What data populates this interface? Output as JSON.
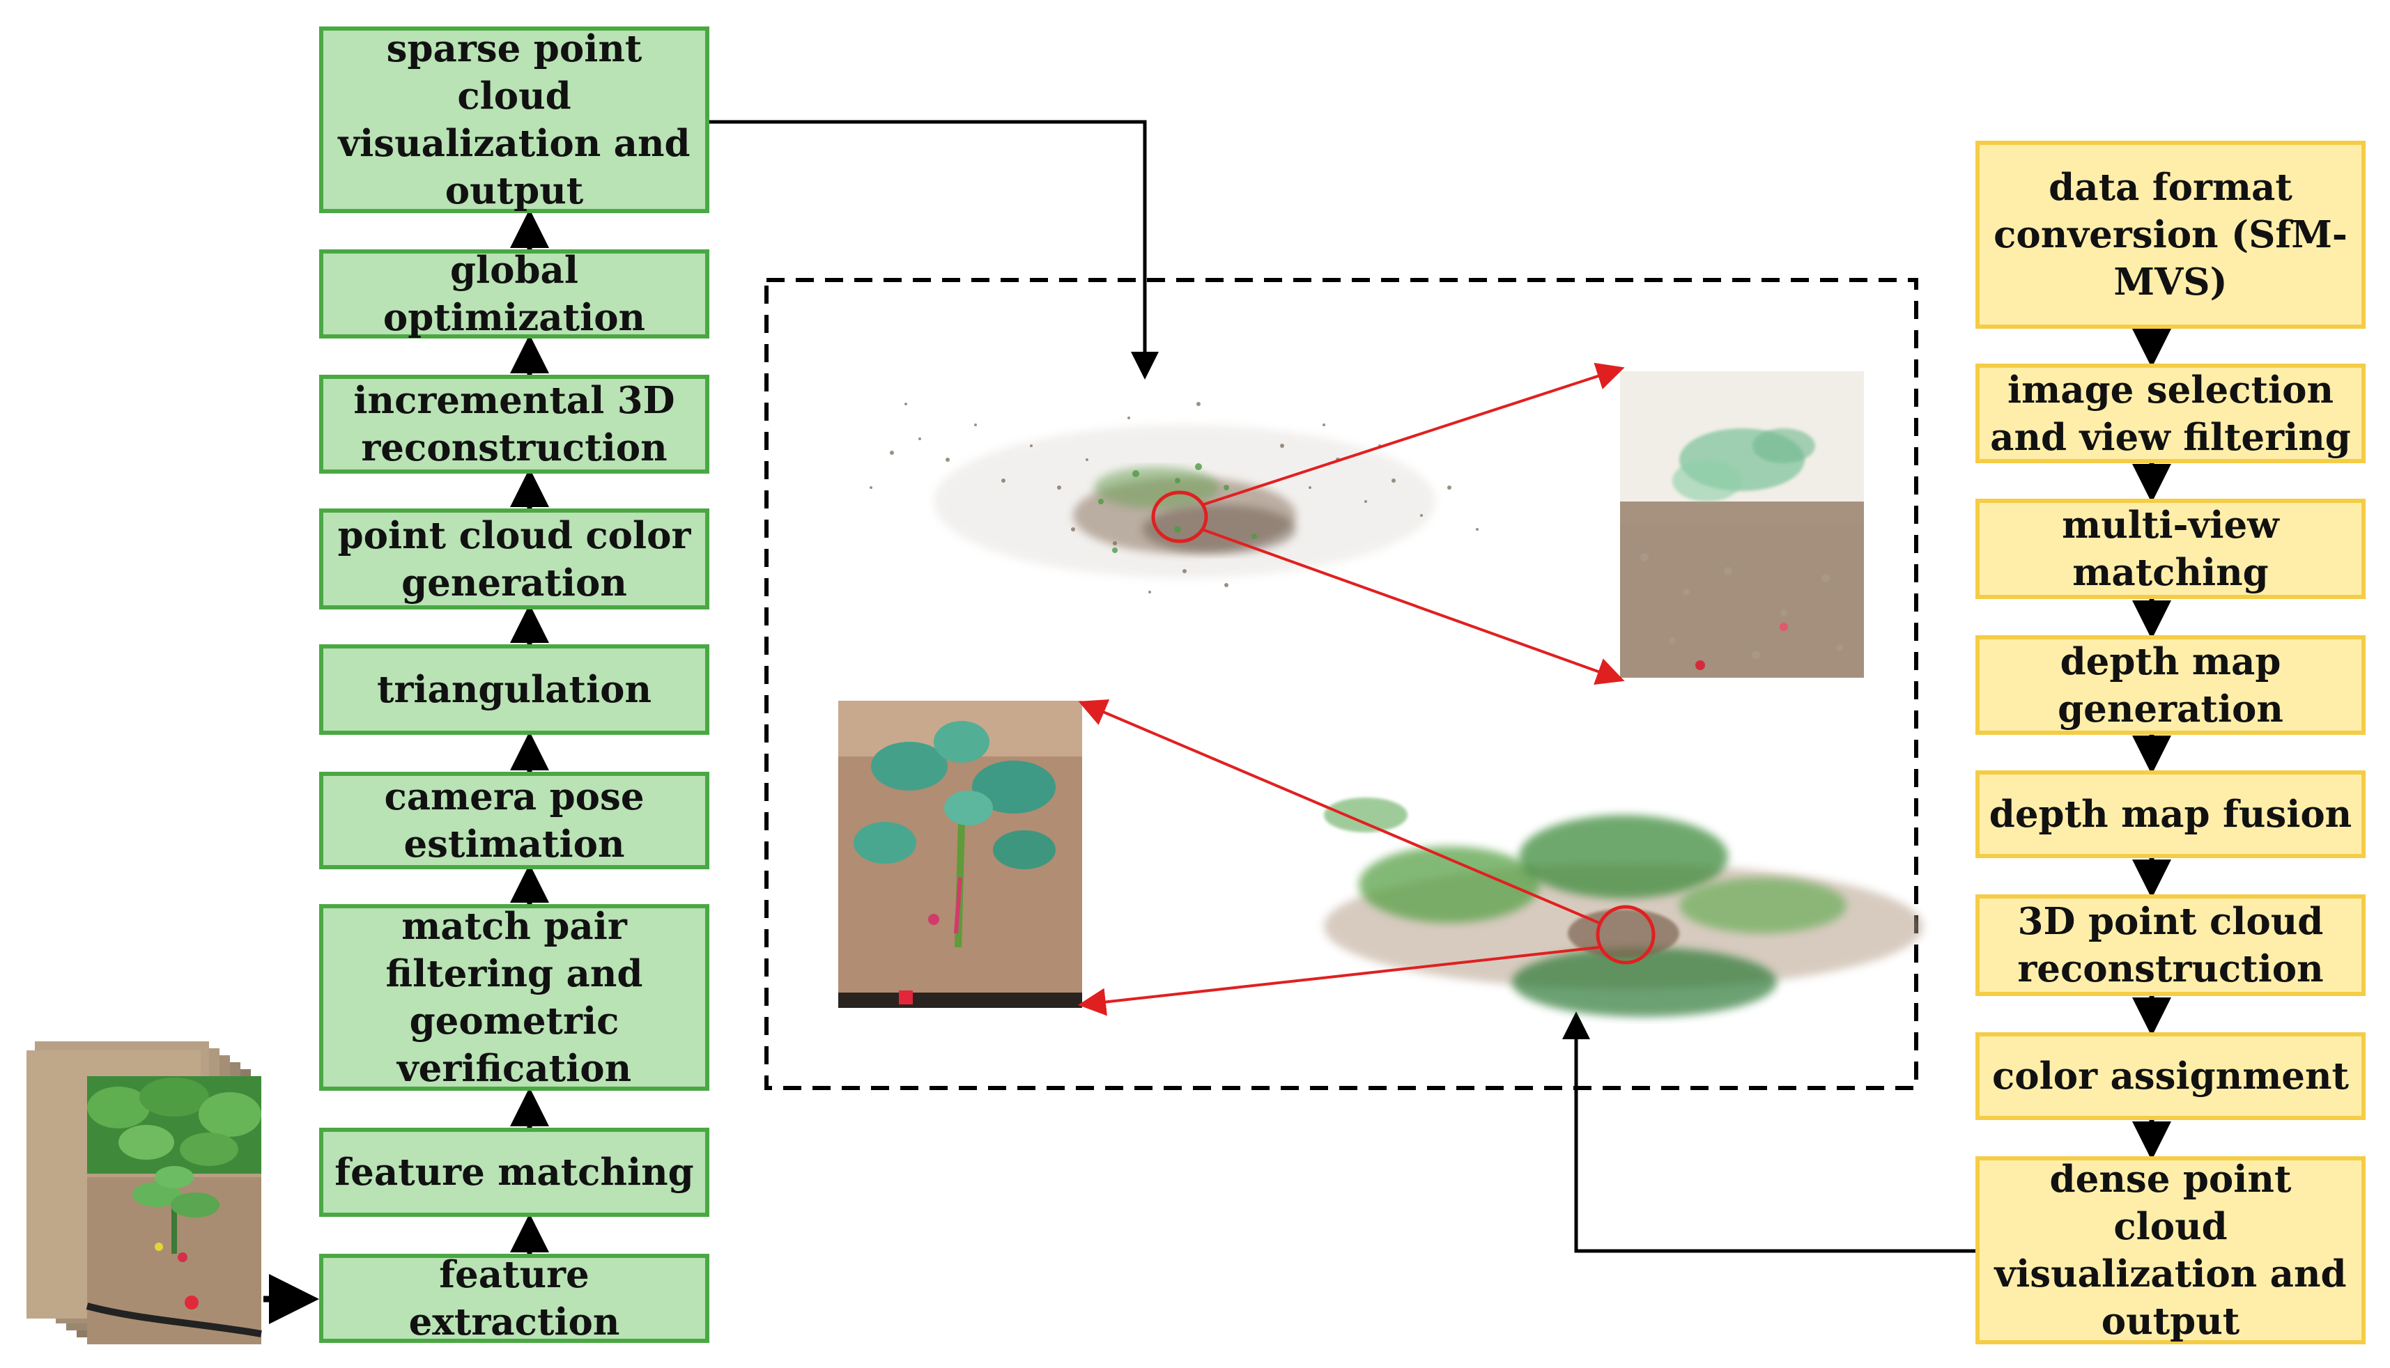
{
  "sfm_pipeline": {
    "steps": [
      "feature extraction",
      "feature matching",
      "match pair filtering and geometric verification",
      "camera pose estimation",
      "triangulation",
      "point cloud color generation",
      "incremental 3D reconstruction",
      "global optimization",
      "sparse point cloud visualization and output"
    ]
  },
  "mvs_pipeline": {
    "steps": [
      "data format conversion (SfM-MVS)",
      "image selection and view filtering",
      "multi-view matching",
      "depth map generation",
      "depth map fusion",
      "3D point cloud reconstruction",
      "color assignment",
      "dense point cloud visualization and output"
    ]
  },
  "colors": {
    "green_fill": "#b9e2b5",
    "green_border": "#4aa843",
    "yellow_fill": "#feeeaa",
    "yellow_border": "#f5cc45",
    "highlight_red": "#e02020",
    "arrow": "#000000"
  }
}
